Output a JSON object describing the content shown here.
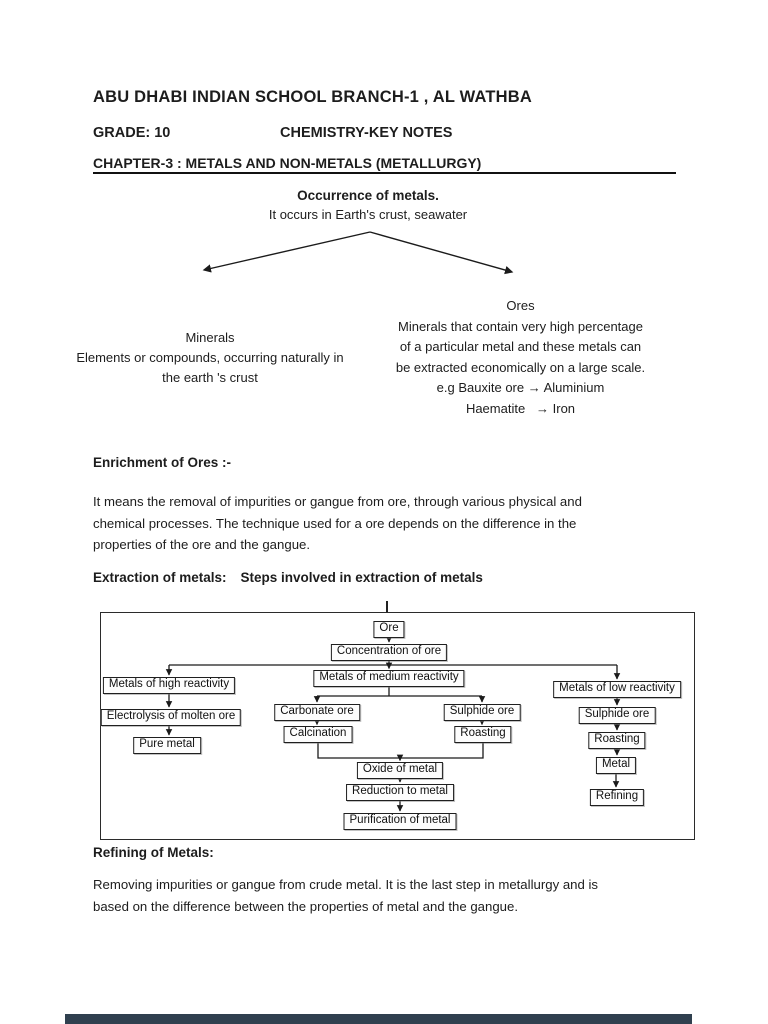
{
  "header": {
    "school": "ABU DHABI INDIAN SCHOOL BRANCH-1 , AL WATHBA",
    "grade": "GRADE: 10",
    "subject": "CHEMISTRY-KEY NOTES",
    "chapter": "CHAPTER-3 : METALS AND NON-METALS (METALLURGY)"
  },
  "occurrence": {
    "title": "Occurrence of metals.",
    "subtitle": "It occurs in Earth's crust, seawater",
    "minerals": {
      "title": "Minerals",
      "lines": [
        "Elements or compounds, occurring naturally in",
        "the earth 's crust"
      ]
    },
    "ores": {
      "title": "Ores",
      "lines": [
        "Minerals that contain very high percentage",
        "of a particular metal and these metals can",
        "be extracted economically on a large scale.",
        "e.g Bauxite ore → Aluminium",
        "Haematite   → Iron"
      ]
    }
  },
  "enrichment": {
    "heading": "Enrichment of Ores :-",
    "lines": [
      "It means the removal of impurities or gangue from ore, through various physical and",
      "chemical processes. The technique used for a ore depends on the difference in the",
      "properties of the ore and the gangue."
    ]
  },
  "extraction": {
    "heading1": "Extraction of metals:",
    "heading2": "Steps involved in extraction of metals"
  },
  "flowchart": {
    "nodes": {
      "ore": "Ore",
      "concentration": "Concentration of ore",
      "high": "Metals of high reactivity",
      "medium": "Metals of medium reactivity",
      "low": "Metals of low reactivity",
      "electrolysis": "Electrolysis of molten ore",
      "pure_metal": "Pure metal",
      "carbonate": "Carbonate ore",
      "sulphide_mid": "Sulphide ore",
      "calcination": "Calcination",
      "roasting_mid": "Roasting",
      "oxide": "Oxide of metal",
      "reduction": "Reduction to metal",
      "purification": "Purification of metal",
      "sulphide_low": "Sulphide ore",
      "roasting_low": "Roasting",
      "metal": "Metal",
      "refining": "Refining"
    }
  },
  "refining": {
    "heading": "Refining of Metals:",
    "lines": [
      "Removing impurities or gangue from crude metal. It is the last step in metallurgy and is",
      "based on the difference between the properties of metal and the gangue."
    ]
  },
  "colors": {
    "text": "#1d1d1d",
    "line": "#1b1b1b",
    "footer_bar": "#30404f"
  }
}
